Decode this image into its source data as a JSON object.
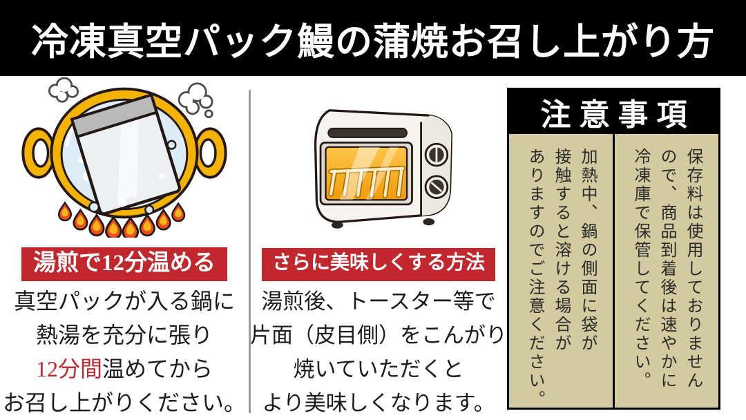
{
  "colors": {
    "accent": "#c1272d",
    "title-bg": "#000000",
    "title-fg": "#ffffff",
    "notice-bg": "#d3cba0",
    "text": "#1c1c1c",
    "divider": "#9b9b9b"
  },
  "title": "冷凍真空パック鰻の蒲焼お召し上がり方",
  "steps": [
    {
      "illustration": "boiling-pot",
      "badge": "湯煎で12分温める",
      "lines": {
        "l1": "真空パックが入る鍋に",
        "l2": "熱湯を充分に張り",
        "l3_red": "12分間",
        "l3_rest": "温めてから",
        "l4": "お召し上がりください。"
      }
    },
    {
      "illustration": "toaster-oven",
      "badge": "さらに美味しくする方法",
      "lines": {
        "l1": "湯煎後、トースター等で",
        "l2": "片面（皮目側）をこんがり",
        "l3": "焼いていただくと",
        "l4": "より美味しくなります。"
      }
    }
  ],
  "notice": {
    "header": "注意事項",
    "items": [
      {
        "lines": [
          "保存料は使用しておりません",
          "ので、商品到着後は速やかに",
          "冷凍庫で保管してください。"
        ]
      },
      {
        "lines": [
          "加熱中、鍋の側面に袋が",
          "接触すると溶ける場合が",
          "ありますのでご注意ください。"
        ]
      }
    ]
  }
}
